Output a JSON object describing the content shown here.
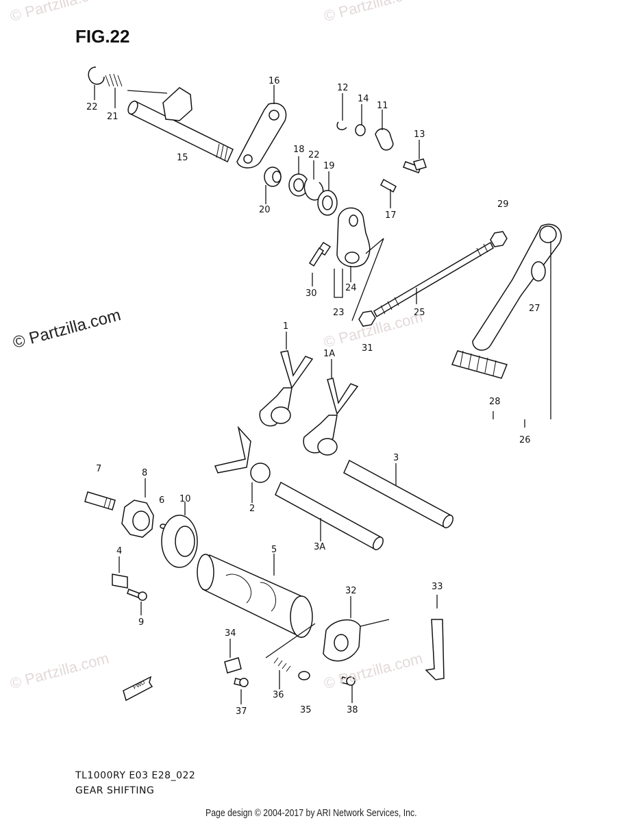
{
  "figure": {
    "title": "FIG.22",
    "model_code": "TL1000RY E03 E28_022",
    "section_name": "GEAR SHIFTING"
  },
  "watermark": {
    "main": "© Partzilla.com",
    "faint": "© Partzilla.com"
  },
  "footer": {
    "text": "Page design © 2004-2017 by ARI Network Services, Inc."
  },
  "fwd_label": "FWD",
  "callouts": [
    "1",
    "1A",
    "2",
    "3",
    "3A",
    "4",
    "5",
    "6",
    "7",
    "8",
    "9",
    "10",
    "11",
    "12",
    "13",
    "14",
    "15",
    "16",
    "17",
    "18",
    "19",
    "20",
    "21",
    "22",
    "22",
    "23",
    "24",
    "25",
    "26",
    "27",
    "28",
    "29",
    "30",
    "31",
    "32",
    "33",
    "34",
    "35",
    "36",
    "37",
    "38"
  ]
}
